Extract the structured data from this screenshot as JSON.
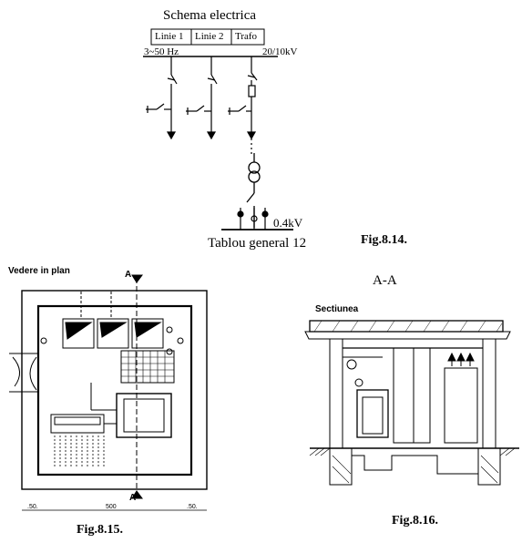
{
  "schema": {
    "title": "Schema electrica",
    "cells": [
      "Linie 1",
      "Linie 2",
      "Trafo"
    ],
    "freq_label": "3~50 Hz",
    "voltage_hv": "20/10kV",
    "voltage_lv": "0.4kV",
    "panel_label": "Tablou general 12",
    "figure": "Fig.8.14."
  },
  "plan": {
    "title": "Vedere in plan",
    "section_mark_top": "A",
    "section_mark_bottom": "A",
    "dims": [
      ".50.",
      "500",
      ".50."
    ],
    "figure": "Fig.8.15."
  },
  "section": {
    "heading": "A-A",
    "title": "Sectiunea",
    "figure": "Fig.8.16."
  }
}
